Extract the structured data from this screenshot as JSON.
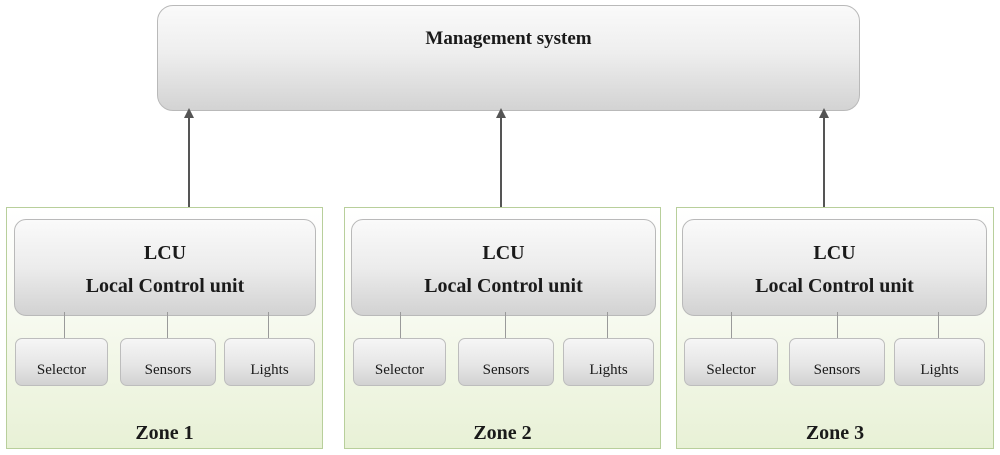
{
  "management": {
    "title": "Management system"
  },
  "zones": [
    {
      "label": "Zone 1",
      "lcu_abbr": "LCU",
      "lcu_name": "Local Control unit",
      "devices": [
        "Selector",
        "Sensors",
        "Lights"
      ]
    },
    {
      "label": "Zone 2",
      "lcu_abbr": "LCU",
      "lcu_name": "Local Control unit",
      "devices": [
        "Selector",
        "Sensors",
        "Lights"
      ]
    },
    {
      "label": "Zone 3",
      "lcu_abbr": "LCU",
      "lcu_name": "Local Control unit",
      "devices": [
        "Selector",
        "Sensors",
        "Lights"
      ]
    }
  ],
  "colors": {
    "zone_border": "#b8cf9b",
    "zone_fill_bottom": "#e8f1d6",
    "box_border": "#b9b9b9",
    "arrow": "#555555"
  }
}
